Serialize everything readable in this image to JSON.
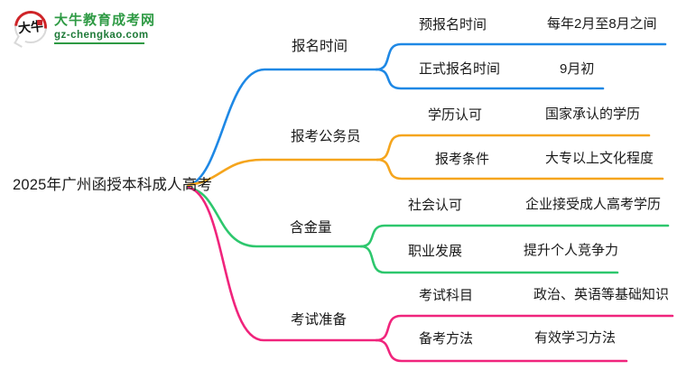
{
  "logo": {
    "icon_text": "大牛",
    "site_name": "大牛教育成考网",
    "site_url": "gz-chengkao.com",
    "title_color": "#2e9a44",
    "url_color": "#1e7a38"
  },
  "central_topic": "2025年广州函授本科成人高考",
  "branches": [
    {
      "label": "报名时间",
      "color": "#1e88e5",
      "children": [
        {
          "label": "预报名时间",
          "value": "每年2月至8月之间"
        },
        {
          "label": "正式报名时间",
          "value": "9月初"
        }
      ]
    },
    {
      "label": "报考公务员",
      "color": "#f5a51d",
      "children": [
        {
          "label": "学历认可",
          "value": "国家承认的学历"
        },
        {
          "label": "报考条件",
          "value": "大专以上文化程度"
        }
      ]
    },
    {
      "label": "含金量",
      "color": "#2dc76d",
      "children": [
        {
          "label": "社会认可",
          "value": "企业接受成人高考学历"
        },
        {
          "label": "职业发展",
          "value": "提升个人竞争力"
        }
      ]
    },
    {
      "label": "考试准备",
      "color": "#f0247c",
      "children": [
        {
          "label": "考试科目",
          "value": "政治、英语等基础知识"
        },
        {
          "label": "备考方法",
          "value": "有效学习方法"
        }
      ]
    }
  ]
}
